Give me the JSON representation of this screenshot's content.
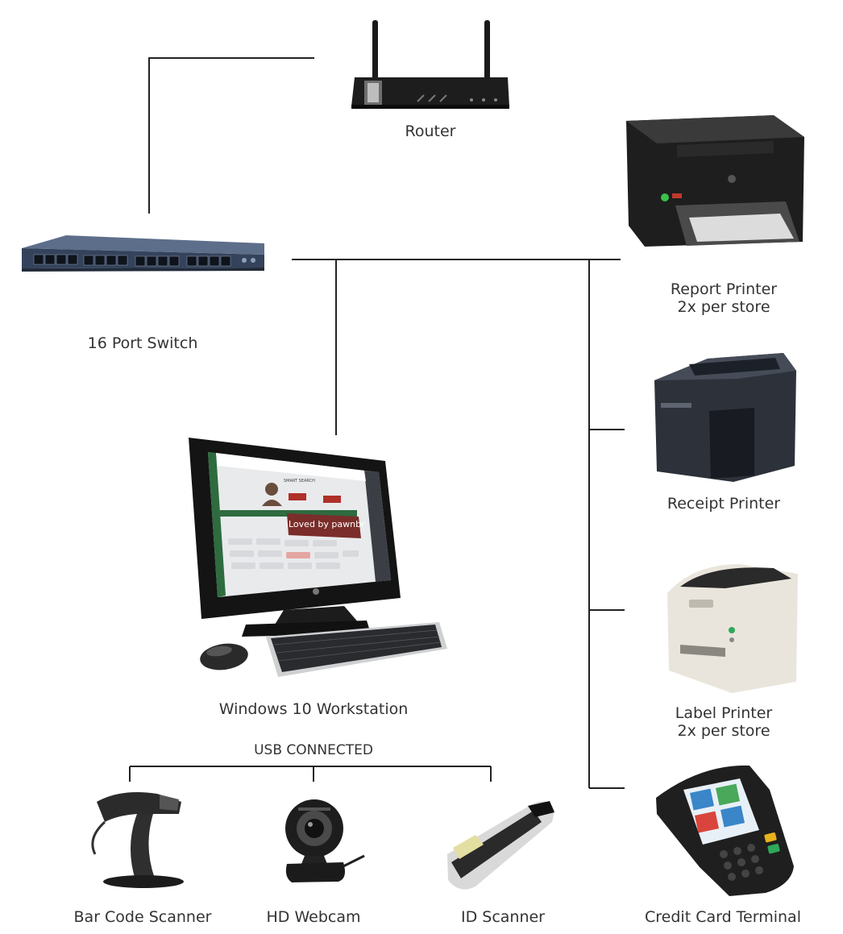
{
  "diagram": {
    "nodes": {
      "router": {
        "label": "Router",
        "icon": "router-icon"
      },
      "switch": {
        "label": "16 Port Switch",
        "icon": "network-switch-icon"
      },
      "workstation": {
        "label": "Windows 10 Workstation",
        "icon": "desktop-computer-icon",
        "screen": {
          "search_heading": "SMART SEARCH",
          "banner": "Loved by pawnbr"
        }
      },
      "report_printer": {
        "label": "Report Printer",
        "sublabel": "2x per store",
        "icon": "laser-printer-icon"
      },
      "receipt_printer": {
        "label": "Receipt Printer",
        "icon": "receipt-printer-icon"
      },
      "label_printer": {
        "label": "Label Printer",
        "sublabel": "2x per store",
        "icon": "label-printer-icon"
      },
      "credit_card_terminal": {
        "label": "Credit Card Terminal",
        "icon": "card-terminal-icon"
      },
      "barcode_scanner": {
        "label": "Bar Code Scanner",
        "icon": "barcode-scanner-icon"
      },
      "webcam": {
        "label": "HD Webcam",
        "icon": "webcam-icon"
      },
      "id_scanner": {
        "label": "ID Scanner",
        "icon": "id-scanner-icon"
      }
    },
    "usb_group_label": "USB CONNECTED",
    "colors": {
      "line": "#222222",
      "text": "#333333",
      "device_dark": "#1f1f1f",
      "switch_blue": "#3b4a63",
      "screen_green": "#2e6b3f",
      "screen_red": "#b0302a",
      "terminal_screen": "#3a86c8"
    }
  }
}
